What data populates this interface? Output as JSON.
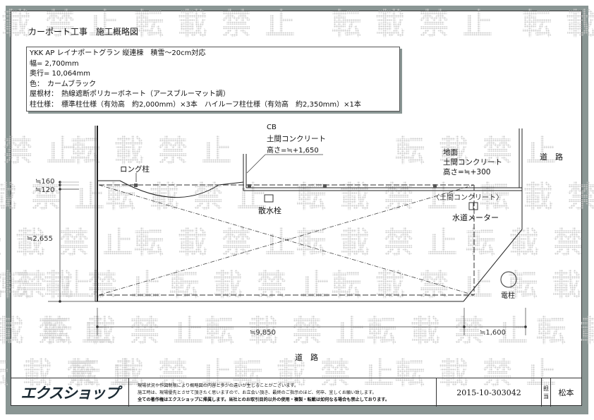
{
  "document": {
    "title": "カーポート工事　施工概略図",
    "watermark": "転載禁止"
  },
  "spec": {
    "lines": [
      "YKK AP レイナポートグラン 縦連棟　積雪～20cm対応",
      "幅= 2,700mm",
      "奥行= 10,064mm",
      "色：　カームブラック",
      "屋根材：　熱線遮断ポリカーボネート（アースブルーマット調）",
      "柱仕様：　標準柱仕様（有効高　約2,000mm）×3本　ハイルーフ柱仕様（有効高　約2,350mm）×1本"
    ]
  },
  "plan": {
    "labels": {
      "long_post": "ロング柱",
      "cb_1": "CB",
      "cb_2": "土間コンクリート",
      "cb_3": "高さ=≒+1,650",
      "ground_1": "地面",
      "ground_2": "土間コンクリート",
      "ground_3": "高さ=≒+300",
      "concrete": "〈土間コンクリート〉",
      "sprinkler": "散水栓",
      "water_meter": "水道メーター",
      "utility_pole": "電柱",
      "road_right": "道　路",
      "road_bottom": "道　路"
    },
    "dimensions": {
      "d160": "≒160",
      "d120": "≒120",
      "d2655": "≒2,655",
      "d9850": "≒9,850",
      "d1600": "≒1,600"
    }
  },
  "footer": {
    "logo": "エクスショップ",
    "notice": [
      "現場状況や作図制限により概略図の内容と多少の違いが生じることがございます。",
      "施工時は、現場優先とさせて頂きたく思いますので、お立会い頂き、最終のご指示のほど、何卒、宜しくお願い致します。",
      "全ての著作権はエクスショップに帰属します。当社とのお取引目的以外の使用・複製・転載は如何なる場合も禁止しております。"
    ],
    "doc_number": "2015-10-303042",
    "tanto_label_1": "担",
    "tanto_label_2": "当",
    "person": "松本"
  }
}
